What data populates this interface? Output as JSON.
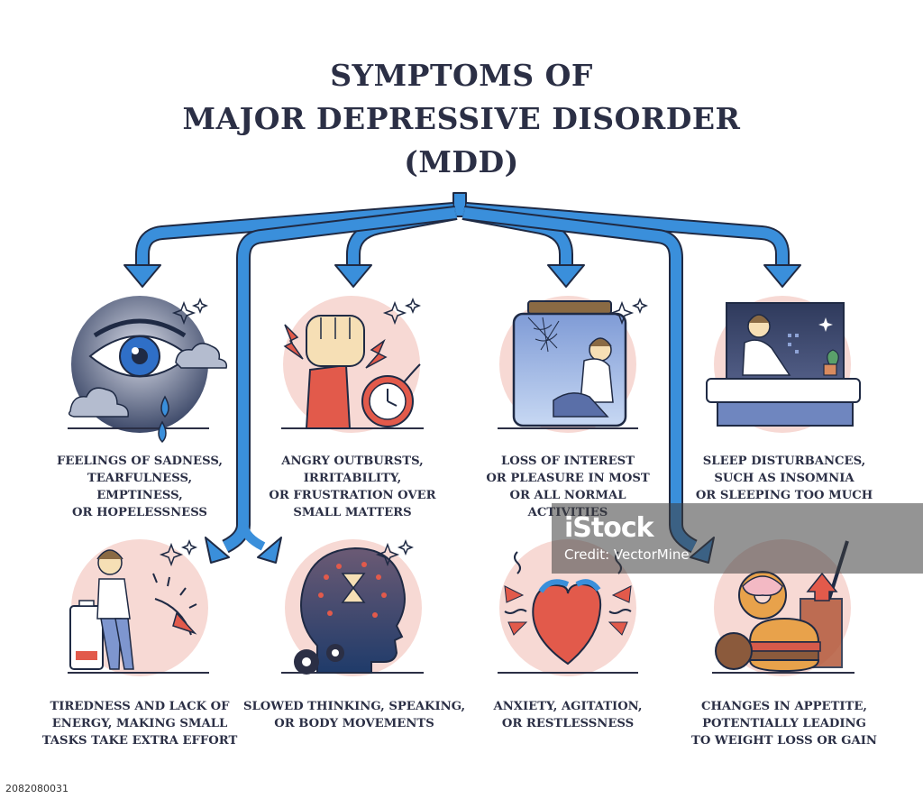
{
  "title": {
    "line1": "SYMPTOMS OF",
    "line2": "MAJOR DEPRESSIVE DISORDER",
    "line3": "(MDD)"
  },
  "symptoms": [
    {
      "id": "sadness",
      "lines": [
        "FEELINGS OF SADNESS,",
        "TEARFULNESS,",
        "EMPTINESS,",
        "OR HOPELESSNESS"
      ]
    },
    {
      "id": "anger",
      "lines": [
        "ANGRY OUTBURSTS,",
        "IRRITABILITY,",
        "OR FRUSTRATION OVER",
        "SMALL MATTERS"
      ]
    },
    {
      "id": "interest",
      "lines": [
        "LOSS OF INTEREST",
        "OR PLEASURE IN MOST",
        "OR ALL NORMAL",
        "ACTIVITIES"
      ]
    },
    {
      "id": "sleep",
      "lines": [
        "SLEEP DISTURBANCES,",
        "SUCH AS INSOMNIA",
        "OR SLEEPING TOO MUCH"
      ]
    },
    {
      "id": "tiredness",
      "lines": [
        "TIREDNESS AND LACK OF",
        "ENERGY, MAKING SMALL",
        "TASKS TAKE EXTRA EFFORT"
      ]
    },
    {
      "id": "thinking",
      "lines": [
        "SLOWED THINKING, SPEAKING,",
        "OR BODY MOVEMENTS"
      ]
    },
    {
      "id": "anxiety",
      "lines": [
        "ANXIETY, AGITATION,",
        "OR RESTLESSNESS"
      ]
    },
    {
      "id": "appetite",
      "lines": [
        "CHANGES IN APPETITE,",
        "POTENTIALLY LEADING",
        "TO WEIGHT LOSS OR GAIN"
      ]
    }
  ],
  "watermark": {
    "logo": "iStock",
    "credit": "Credit: VectorMine"
  },
  "stock_id": "2082080031",
  "colors": {
    "arrow": "#3a8fdb",
    "arrow_outline": "#1f2a44",
    "circle_bg": "#f7d9d4",
    "ink": "#2b2f45"
  }
}
